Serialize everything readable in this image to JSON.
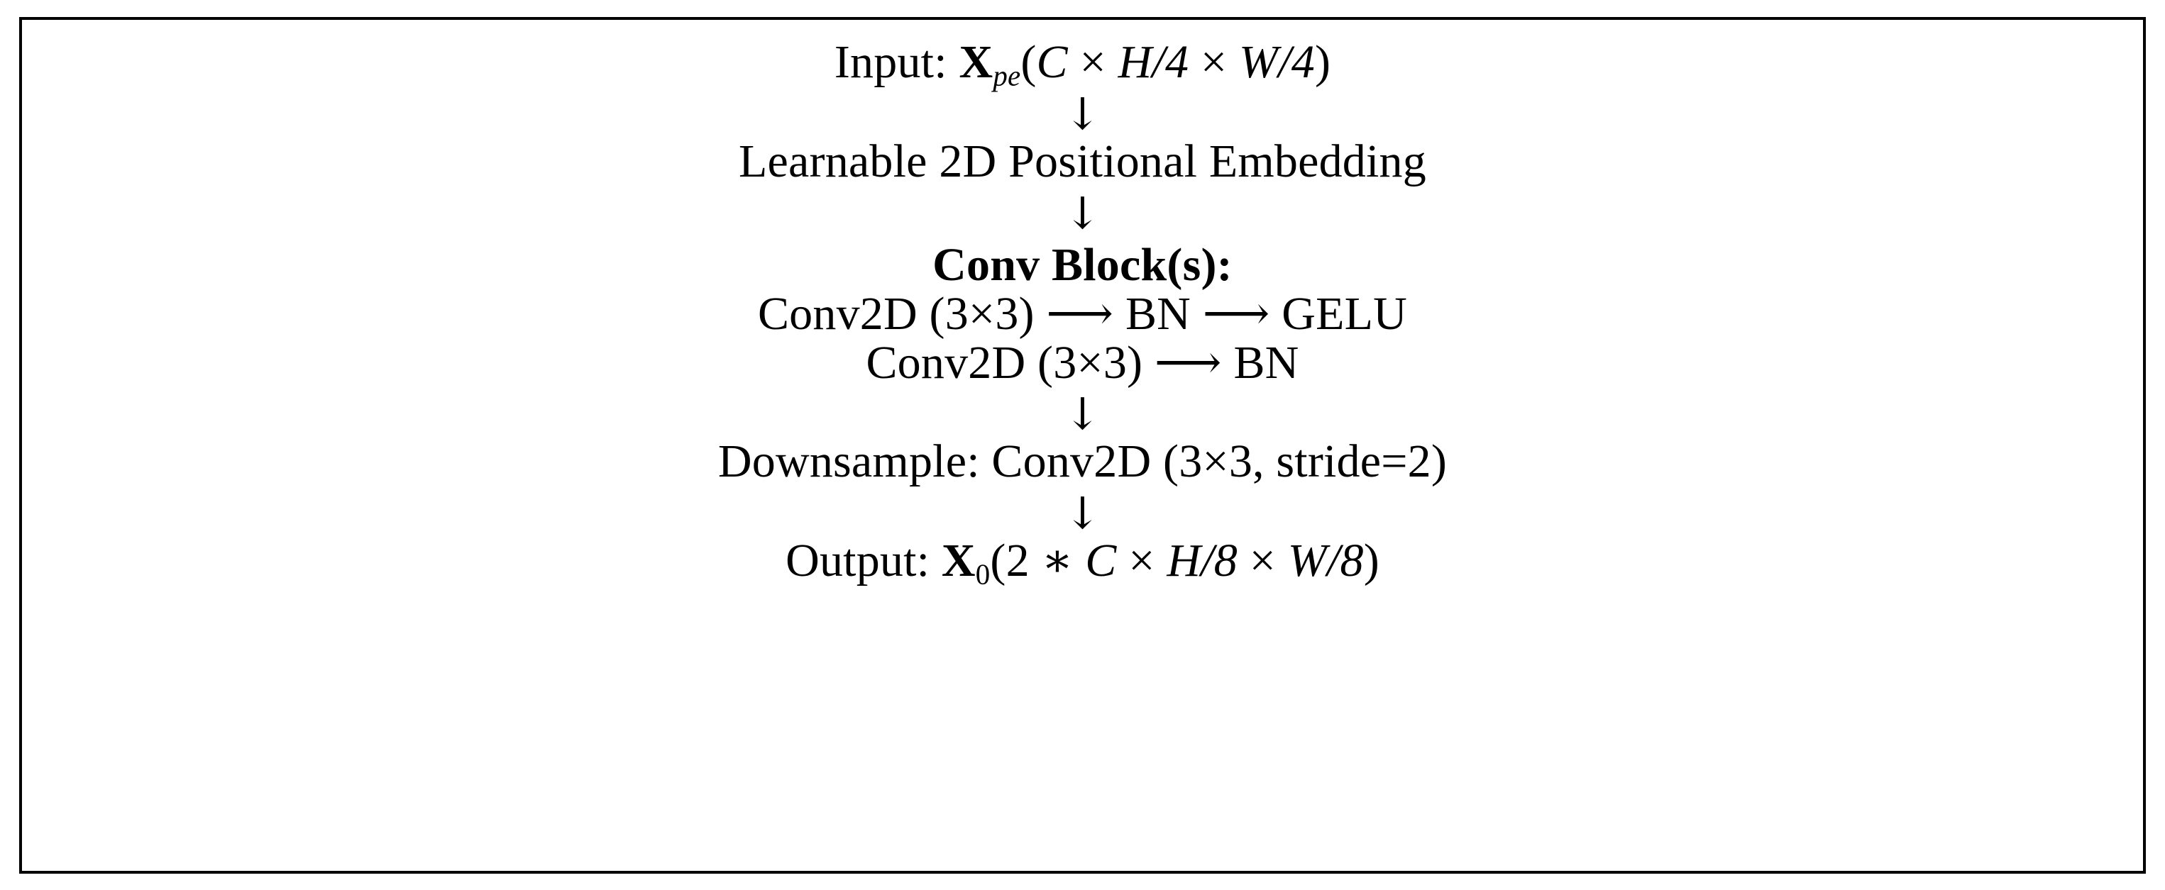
{
  "figure": {
    "type": "architecture-flow-diagram",
    "border_color": "#000000",
    "background_color": "#ffffff",
    "text_color": "#000000",
    "arrow_glyph": "↓",
    "inline_arrow_glyph": "⟶",
    "times_glyph": "×",
    "asterisk_glyph": "∗",
    "nodes": [
      {
        "id": "input",
        "kind": "text",
        "bold": false,
        "full_text": "Input: X_pe(C × H/4 × W/4)",
        "prefix": "Input: ",
        "symbol": "X",
        "subscript": "pe",
        "open_paren": "(",
        "dim_1": "C",
        "times_1": "×",
        "dim_2": "H/4",
        "times_2": "×",
        "dim_3": "W/4",
        "close_paren": ")"
      },
      {
        "id": "arrow-1",
        "kind": "arrow",
        "glyph": "↓"
      },
      {
        "id": "positional-embedding",
        "kind": "text",
        "bold": false,
        "full_text": "Learnable 2D Positional Embedding"
      },
      {
        "id": "arrow-2",
        "kind": "arrow",
        "glyph": "↓"
      },
      {
        "id": "conv-block-header",
        "kind": "text",
        "bold": true,
        "full_text": "Conv Block(s):"
      },
      {
        "id": "conv-line-1",
        "kind": "text",
        "bold": false,
        "full_text": "Conv2D (3×3) ⟶ BN ⟶ GELU",
        "part_1": "Conv2D (3×3)",
        "arrow_1": "⟶",
        "part_2": "BN",
        "arrow_2": "⟶",
        "part_3": "GELU"
      },
      {
        "id": "conv-line-2",
        "kind": "text",
        "bold": false,
        "full_text": "Conv2D (3×3) ⟶ BN",
        "part_1": "Conv2D (3×3)",
        "arrow_1": "⟶",
        "part_2": "BN"
      },
      {
        "id": "arrow-3",
        "kind": "arrow",
        "glyph": "↓"
      },
      {
        "id": "downsample",
        "kind": "text",
        "bold": false,
        "full_text": "Downsample: Conv2D (3×3, stride=2)"
      },
      {
        "id": "arrow-4",
        "kind": "arrow",
        "glyph": "↓"
      },
      {
        "id": "output",
        "kind": "text",
        "bold": false,
        "full_text": "Output: X_0(2 ∗ C × H/8 × W/8)",
        "prefix": "Output: ",
        "symbol": "X",
        "subscript": "0",
        "open_paren": "(",
        "factor": "2",
        "asterisk": "∗",
        "dim_1": "C",
        "times_1": "×",
        "dim_2": "H/8",
        "times_2": "×",
        "dim_3": "W/8",
        "close_paren": ")"
      }
    ]
  }
}
